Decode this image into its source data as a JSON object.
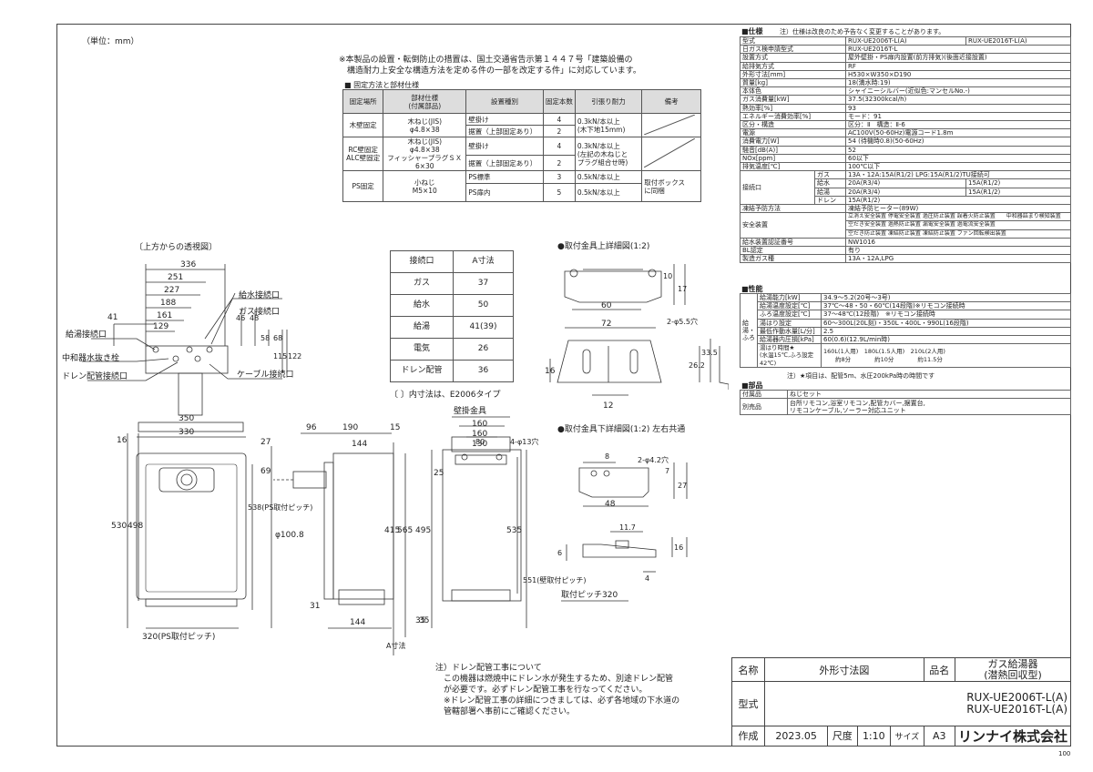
{
  "unit_note": "（単位：mm）",
  "install_note": [
    "※本製品の設置・転倒防止の措置は、国土交通省告示第１４４７号「建築設備の",
    "　構造耐力上安全な構造方法を定める件の一部を改定する件」に対応しています。"
  ],
  "fix_title": "■ 固定方法と部材仕様",
  "fix_table": {
    "headers": [
      "固定場所",
      "部材仕様\n(付属部品)",
      "設置種別",
      "固定本数",
      "引張り耐力",
      "備考"
    ],
    "rows": [
      [
        "木壁固定",
        "木ねじ(JIS)\nφ4.8×38",
        "壁掛け",
        "4",
        "0.3kN/本以上\n(木下地15mm)",
        ""
      ],
      [
        "",
        "",
        "据置（上部固定あり）",
        "2",
        "",
        ""
      ],
      [
        "RC壁固定\nALC壁固定",
        "木ねじ(JIS)\nφ4.8×38\nフィッシャープラグＳＸ\n6×30",
        "壁掛け",
        "4",
        "0.3kN/本以上\n(左記の木ねじと\nプラグ組合せ時)",
        ""
      ],
      [
        "",
        "",
        "据置（上部固定あり）",
        "2",
        "",
        ""
      ],
      [
        "PS固定",
        "小ねじ\nM5×10",
        "PS標準",
        "3",
        "0.5kN/本以上",
        "取付ボックス\nに同梱"
      ],
      [
        "",
        "",
        "PS扉内",
        "5",
        "0.5kN/本以上",
        ""
      ]
    ]
  },
  "top_view_label": "〔上方からの透視図〕",
  "top_view": {
    "dims": [
      "336",
      "251",
      "227",
      "188",
      "161",
      "129",
      "41",
      "46",
      "48",
      "58",
      "68",
      "115",
      "122"
    ],
    "labels": [
      "給水接続口",
      "ガス接続口",
      "給湯接続口",
      "中和器水抜き栓",
      "ドレン配管接続口",
      "ケーブル接続口"
    ]
  },
  "a_table": {
    "headers": [
      "接続口",
      "A寸法"
    ],
    "rows": [
      [
        "ガス",
        "37"
      ],
      [
        "給水",
        "50"
      ],
      [
        "給湯",
        "41(39)"
      ],
      [
        "電気",
        "26"
      ],
      [
        "ドレン配管",
        "36"
      ]
    ],
    "note": "〔 〕内寸法は、E2006タイプ"
  },
  "bracket_top_title": "●取付金具上詳細図(1:2)",
  "bracket_bottom_title": "●取付金具下詳細図(1:2) 左右共通",
  "wall_bracket_label": "壁掛金具",
  "bracket_top_dims": [
    "10",
    "17",
    "60",
    "2-φ5.5穴",
    "72",
    "16",
    "12",
    "26.2",
    "33.5"
  ],
  "bracket_bottom_dims": [
    "8",
    "2-φ4.2穴",
    "7",
    "27",
    "48",
    "11.7",
    "16",
    "6",
    "4",
    "取付ピッチ320"
  ],
  "front_dims": [
    "350",
    "330",
    "16",
    "530",
    "498",
    "538(PS取付ピッチ)",
    "320(PS取付ピッチ)"
  ],
  "side_dims": [
    "96",
    "190",
    "15",
    "27",
    "69",
    "144",
    "φ100.8",
    "415",
    "565",
    "495",
    "31",
    "144",
    "35",
    "A寸法"
  ],
  "back_dims": [
    "160",
    "160",
    "130",
    "80",
    "4-φ13穴",
    "25",
    "535",
    "551(壁取付ピッチ)",
    "35"
  ],
  "drain_note": [
    "注）ドレン配管工事について",
    "　この機器は燃焼中にドレン水が発生するため、別途ドレン配管",
    "　が必要です。必ずドレン配管工事を行なってください。",
    "　※ドレン配管工事の詳細につきましては、必ず各地域の下水道の",
    "　管轄部署へ事前にご確認ください。"
  ],
  "spec": {
    "title": "■仕様",
    "title_note": "注）仕様は改良のため予告なく変更することがあります。",
    "rows": [
      [
        "型式",
        "RUX-UE2006T-L(A)",
        "RUX-UE2016T-L(A)"
      ],
      [
        "日ガス検申請型式",
        "RUX-UE2016T-L",
        ""
      ],
      [
        "設置方式",
        "屋外壁掛・PS扉内設置(前方排気)(後面近接設置)",
        ""
      ],
      [
        "給排気方式",
        "RF",
        ""
      ],
      [
        "外形寸法[mm]",
        "H530×W350×D190",
        ""
      ],
      [
        "質量[kg]",
        "18(満水時:19)",
        ""
      ],
      [
        "本体色",
        "シャイニーシルバー(近似色:マンセルNo.-)",
        ""
      ],
      [
        "ガス消費量[kW]",
        "37.5(32300kcal/h)",
        ""
      ],
      [
        "熱効率[%]",
        "93",
        ""
      ],
      [
        "エネルギー消費効率[%]",
        "モード：91",
        ""
      ],
      [
        "区分・構造",
        "区分：Ⅱ　構造：Ⅱ-6",
        ""
      ],
      [
        "電源",
        "AC100V(50-60Hz)電源コード1.8m",
        ""
      ],
      [
        "消費電力[W]",
        "54 (待機時0.8)(50-60Hz)",
        ""
      ],
      [
        "騒音[dB(A)]",
        "52",
        ""
      ],
      [
        "NOx[ppm]",
        "60以下",
        ""
      ],
      [
        "排気温度[℃]",
        "100℃以下",
        ""
      ]
    ],
    "conn_label": "接続口",
    "conn": [
      [
        "ガス",
        "13A・12A:15A(R1/2) LPG:15A(R1/2)TU接続可",
        ""
      ],
      [
        "給水",
        "20A(R3/4)",
        "15A(R1/2)"
      ],
      [
        "給湯",
        "20A(R3/4)",
        "15A(R1/2)"
      ],
      [
        "ドレン",
        "15A(R1/2)",
        ""
      ]
    ],
    "freeze": [
      "凍結予防方法",
      "凍結予防ヒーター(89W)"
    ],
    "safety_label": "安全装置",
    "safety": [
      "立消え安全装置 停電安全装置 過圧防止装置 誤着火防止装置　　中和器詰まり検知装置",
      "空だき安全装置 過熱防止装置 漏電安全装置 過電流安全装置",
      "空だき防止装置 凍結防止装置 凍結防止装置 ファン回転検出装置"
    ],
    "rows2": [
      [
        "給水装置認証番号",
        "NW1016"
      ],
      [
        "BL認定",
        "有り"
      ],
      [
        "製造ガス種",
        "13A・12A,LPG"
      ]
    ],
    "perf_title": "■性能",
    "perf_label": "給湯・ふろ",
    "perf": [
      [
        "給湯能力[kW]",
        "34.9～5.2(20号～3号)"
      ],
      [
        "給湯温度設定[℃]",
        "37℃～48・50・60℃(14段階)※リモコン接続時"
      ],
      [
        "ふろ温度設定[℃]",
        "37～48℃(12段階)　※リモコン接続時"
      ],
      [
        "湯はり設定",
        "60～300L(20L刻)・350L・400L・990L(16段階)"
      ],
      [
        "最低作動水量[L/分]",
        "2.5"
      ],
      [
        "給湯器内圧損[kPa]",
        "60(0.6)(12.9L/min時)"
      ],
      [
        "湯はり時間★\n(水温15℃,ふろ設定42℃)",
        "160L(1人用)　180L(1.5人用)　210L(2人用)\n　　約8分　　　　約10分　　　　約11.5分"
      ]
    ],
    "perf_note": "注）★項目は、配管5m、水圧200kPa時の時間です",
    "parts_title": "■部品",
    "parts": [
      [
        "付属品",
        "ねじセット"
      ],
      [
        "別売品",
        "台所リモコン,浴室リモコン,配管カバー,据置台,\nリモコンケーブル,ソーラー対応ユニット"
      ]
    ]
  },
  "title_block": {
    "name_label": "名称",
    "name_value": "外形寸法図",
    "product_label": "品名",
    "product_value": [
      "ガス給湯器",
      "(潜熱回収型)"
    ],
    "model_label": "型式",
    "model_value": [
      "RUX-UE2006T-L(A)",
      "RUX-UE2016T-L(A)"
    ],
    "made_label": "作成",
    "date": "2023.05",
    "scale_label": "尺度",
    "scale": "1:10",
    "size_label": "サイズ",
    "size": "A3",
    "company": "リンナイ株式会社"
  },
  "page_no": "100"
}
